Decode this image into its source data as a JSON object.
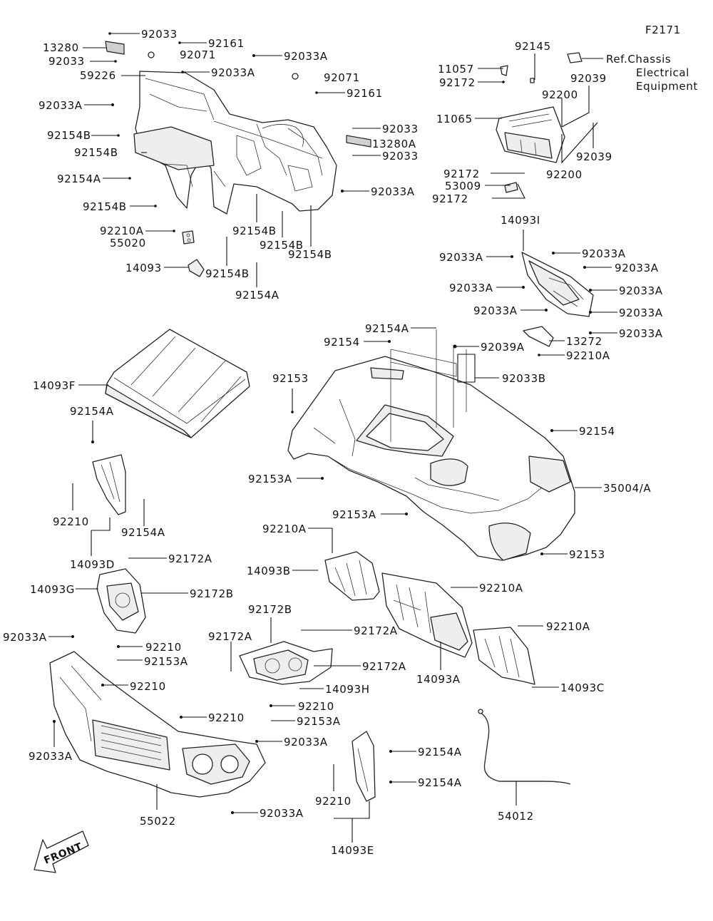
{
  "diagram_code": "F2171",
  "ref_note": "Ref.Chassis\nElectrical\nEquipment",
  "front_label": "FRONT",
  "labels": [
    {
      "id": "l1",
      "text": "92033"
    },
    {
      "id": "l2",
      "text": "13280"
    },
    {
      "id": "l3",
      "text": "92161"
    },
    {
      "id": "l4",
      "text": "92033"
    },
    {
      "id": "l5",
      "text": "92071"
    },
    {
      "id": "l6",
      "text": "92033A"
    },
    {
      "id": "l7",
      "text": "59226"
    },
    {
      "id": "l8",
      "text": "92033A"
    },
    {
      "id": "l9",
      "text": "92071"
    },
    {
      "id": "l10",
      "text": "92161"
    },
    {
      "id": "l11",
      "text": "92033A"
    },
    {
      "id": "l12",
      "text": "92154B"
    },
    {
      "id": "l13",
      "text": "92033"
    },
    {
      "id": "l14",
      "text": "92154B"
    },
    {
      "id": "l15",
      "text": "13280A"
    },
    {
      "id": "l16",
      "text": "92033"
    },
    {
      "id": "l17",
      "text": "92154A"
    },
    {
      "id": "l18",
      "text": "92033A"
    },
    {
      "id": "l19",
      "text": "92154B"
    },
    {
      "id": "l20",
      "text": "92154B"
    },
    {
      "id": "l21",
      "text": "92210A"
    },
    {
      "id": "l22",
      "text": "55020"
    },
    {
      "id": "l23",
      "text": "92154B"
    },
    {
      "id": "l24",
      "text": "92154B"
    },
    {
      "id": "l25",
      "text": "14093"
    },
    {
      "id": "l26",
      "text": "92154B"
    },
    {
      "id": "l27",
      "text": "92154A"
    },
    {
      "id": "l28",
      "text": "92145"
    },
    {
      "id": "l29",
      "text": "11057"
    },
    {
      "id": "l30",
      "text": "92172"
    },
    {
      "id": "l31",
      "text": "92039"
    },
    {
      "id": "l32",
      "text": "92200"
    },
    {
      "id": "l33",
      "text": "11065"
    },
    {
      "id": "l34",
      "text": "92039"
    },
    {
      "id": "l35",
      "text": "92200"
    },
    {
      "id": "l36",
      "text": "92172"
    },
    {
      "id": "l37",
      "text": "53009"
    },
    {
      "id": "l38",
      "text": "92172"
    },
    {
      "id": "l39",
      "text": "14093I"
    },
    {
      "id": "l40",
      "text": "92033A"
    },
    {
      "id": "l41",
      "text": "92033A"
    },
    {
      "id": "l42",
      "text": "92033A"
    },
    {
      "id": "l43",
      "text": "92033A"
    },
    {
      "id": "l44",
      "text": "92033A"
    },
    {
      "id": "l45",
      "text": "92033A"
    },
    {
      "id": "l46",
      "text": "92033A"
    },
    {
      "id": "l47",
      "text": "92033A"
    },
    {
      "id": "l48",
      "text": "92154A"
    },
    {
      "id": "l49",
      "text": "92154"
    },
    {
      "id": "l50",
      "text": "13272"
    },
    {
      "id": "l51",
      "text": "92039A"
    },
    {
      "id": "l52",
      "text": "92210A"
    },
    {
      "id": "l53",
      "text": "92033B"
    },
    {
      "id": "l54",
      "text": "14093F"
    },
    {
      "id": "l55",
      "text": "92153"
    },
    {
      "id": "l56",
      "text": "92154A"
    },
    {
      "id": "l57",
      "text": "92154"
    },
    {
      "id": "l58",
      "text": "92153A"
    },
    {
      "id": "l59",
      "text": "35004/A"
    },
    {
      "id": "l60",
      "text": "92210"
    },
    {
      "id": "l61",
      "text": "92154A"
    },
    {
      "id": "l62",
      "text": "14093D"
    },
    {
      "id": "l63",
      "text": "92153A"
    },
    {
      "id": "l64",
      "text": "92210A"
    },
    {
      "id": "l65",
      "text": "92153"
    },
    {
      "id": "l66",
      "text": "92172A"
    },
    {
      "id": "l67",
      "text": "14093B"
    },
    {
      "id": "l68",
      "text": "14093G"
    },
    {
      "id": "l69",
      "text": "92172B"
    },
    {
      "id": "l70",
      "text": "92210A"
    },
    {
      "id": "l71",
      "text": "92172B"
    },
    {
      "id": "l72",
      "text": "92033A"
    },
    {
      "id": "l73",
      "text": "92172A"
    },
    {
      "id": "l74",
      "text": "92172A"
    },
    {
      "id": "l75",
      "text": "92210A"
    },
    {
      "id": "l76",
      "text": "92210"
    },
    {
      "id": "l77",
      "text": "92153A"
    },
    {
      "id": "l78",
      "text": "92172A"
    },
    {
      "id": "l79",
      "text": "14093A"
    },
    {
      "id": "l80",
      "text": "92210"
    },
    {
      "id": "l81",
      "text": "14093H"
    },
    {
      "id": "l82",
      "text": "14093C"
    },
    {
      "id": "l83",
      "text": "92210"
    },
    {
      "id": "l84",
      "text": "92153A"
    },
    {
      "id": "l85",
      "text": "92210"
    },
    {
      "id": "l86",
      "text": "92033A"
    },
    {
      "id": "l87",
      "text": "92033A"
    },
    {
      "id": "l88",
      "text": "92154A"
    },
    {
      "id": "l89",
      "text": "92154A"
    },
    {
      "id": "l90",
      "text": "92210"
    },
    {
      "id": "l91",
      "text": "55022"
    },
    {
      "id": "l92",
      "text": "92033A"
    },
    {
      "id": "l93",
      "text": "54012"
    },
    {
      "id": "l94",
      "text": "14093E"
    }
  ]
}
